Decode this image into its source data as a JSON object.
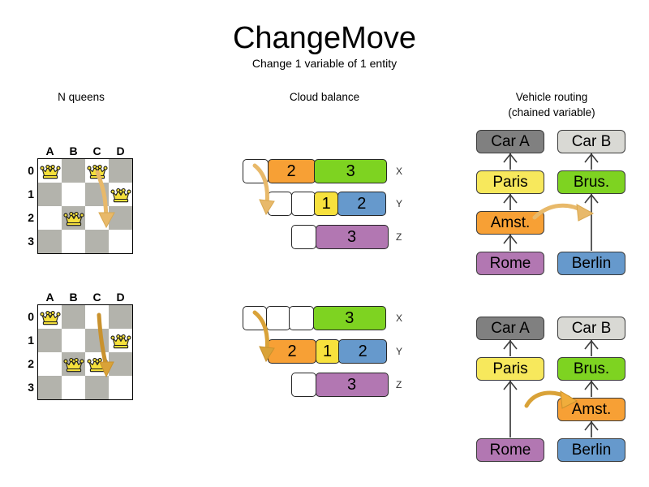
{
  "header": {
    "title": "ChangeMove",
    "subtitle": "Change 1 variable of 1 entity"
  },
  "sections": {
    "nqueens": {
      "title": "N queens"
    },
    "cloud": {
      "title": "Cloud balance"
    },
    "routing": {
      "title_line1": "Vehicle routing",
      "title_line2": "(chained variable)"
    }
  },
  "nqueens": {
    "columns": [
      "A",
      "B",
      "C",
      "D"
    ],
    "rows": [
      "0",
      "1",
      "2",
      "3"
    ],
    "before": {
      "queens": [
        {
          "col": 0,
          "row": 0
        },
        {
          "col": 2,
          "row": 0
        },
        {
          "col": 3,
          "row": 1
        },
        {
          "col": 1,
          "row": 2
        }
      ],
      "move": {
        "from_col": 2,
        "from_row": 0,
        "to_col": 2,
        "to_row": 2
      }
    },
    "after": {
      "queens": [
        {
          "col": 0,
          "row": 0
        },
        {
          "col": 3,
          "row": 1
        },
        {
          "col": 1,
          "row": 2
        },
        {
          "col": 2,
          "row": 2
        }
      ],
      "move": {
        "from_col": 2,
        "from_row": 0,
        "to_col": 2,
        "to_row": 2
      }
    }
  },
  "cloud": {
    "before": {
      "rows": [
        {
          "label": "X",
          "segments": [
            {
              "kind": "empty",
              "value": "",
              "width": 32,
              "color": "#ffffff"
            },
            {
              "kind": "process",
              "value": "2",
              "width": 59,
              "color": "#f7a035"
            },
            {
              "kind": "process",
              "value": "3",
              "width": 90,
              "color": "#7ed321"
            }
          ]
        },
        {
          "label": "Y",
          "segments": [
            {
              "kind": "empty",
              "value": "",
              "width": 30,
              "color": "#ffffff"
            },
            {
              "kind": "empty",
              "value": "",
              "width": 30,
              "color": "#ffffff"
            },
            {
              "kind": "process",
              "value": "1",
              "width": 30,
              "color": "#f7e13d"
            },
            {
              "kind": "process",
              "value": "2",
              "width": 60,
              "color": "#6699cc"
            }
          ]
        },
        {
          "label": "Z",
          "segments": [
            {
              "kind": "empty",
              "value": "",
              "width": 31,
              "color": "#ffffff"
            },
            {
              "kind": "process",
              "value": "3",
              "width": 90,
              "color": "#b277b2"
            }
          ]
        }
      ]
    },
    "after": {
      "rows": [
        {
          "label": "X",
          "segments": [
            {
              "kind": "empty",
              "value": "",
              "width": 30,
              "color": "#ffffff"
            },
            {
              "kind": "empty",
              "value": "",
              "width": 30,
              "color": "#ffffff"
            },
            {
              "kind": "empty",
              "value": "",
              "width": 31,
              "color": "#ffffff"
            },
            {
              "kind": "process",
              "value": "3",
              "width": 90,
              "color": "#7ed321"
            }
          ]
        },
        {
          "label": "Y",
          "segments": [
            {
              "kind": "process",
              "value": "2",
              "width": 60,
              "color": "#f7a035"
            },
            {
              "kind": "process",
              "value": "1",
              "width": 30,
              "color": "#f7e13d"
            },
            {
              "kind": "process",
              "value": "2",
              "width": 60,
              "color": "#6699cc"
            }
          ]
        },
        {
          "label": "Z",
          "segments": [
            {
              "kind": "empty",
              "value": "",
              "width": 31,
              "color": "#ffffff"
            },
            {
              "kind": "process",
              "value": "3",
              "width": 90,
              "color": "#b277b2"
            }
          ]
        }
      ]
    }
  },
  "routing": {
    "nodes": {
      "car_a": {
        "label": "Car A",
        "color": "#808080"
      },
      "car_b": {
        "label": "Car B",
        "color": "#d9d9d4"
      },
      "paris": {
        "label": "Paris",
        "color": "#f7e85c"
      },
      "brussels": {
        "label": "Brus.",
        "color": "#7ed321"
      },
      "amsterdam": {
        "label": "Amst.",
        "color": "#f7a035"
      },
      "rome": {
        "label": "Rome",
        "color": "#b277b2"
      },
      "berlin": {
        "label": "Berlin",
        "color": "#6699cc"
      }
    },
    "before": {
      "chain_a": [
        "Rome",
        "Amst.",
        "Paris",
        "Car A"
      ],
      "chain_b": [
        "Berlin",
        "Brus.",
        "Car B"
      ]
    },
    "after": {
      "chain_a": [
        "Rome",
        "Paris",
        "Car A"
      ],
      "chain_b": [
        "Berlin",
        "Amst.",
        "Brus.",
        "Car B"
      ]
    }
  },
  "colors": {
    "arrow": "#e8b96a",
    "board_dark": "#b3b3ac",
    "board_light": "#ffffff",
    "link": "#5b5b5b",
    "outline": "#262626"
  }
}
